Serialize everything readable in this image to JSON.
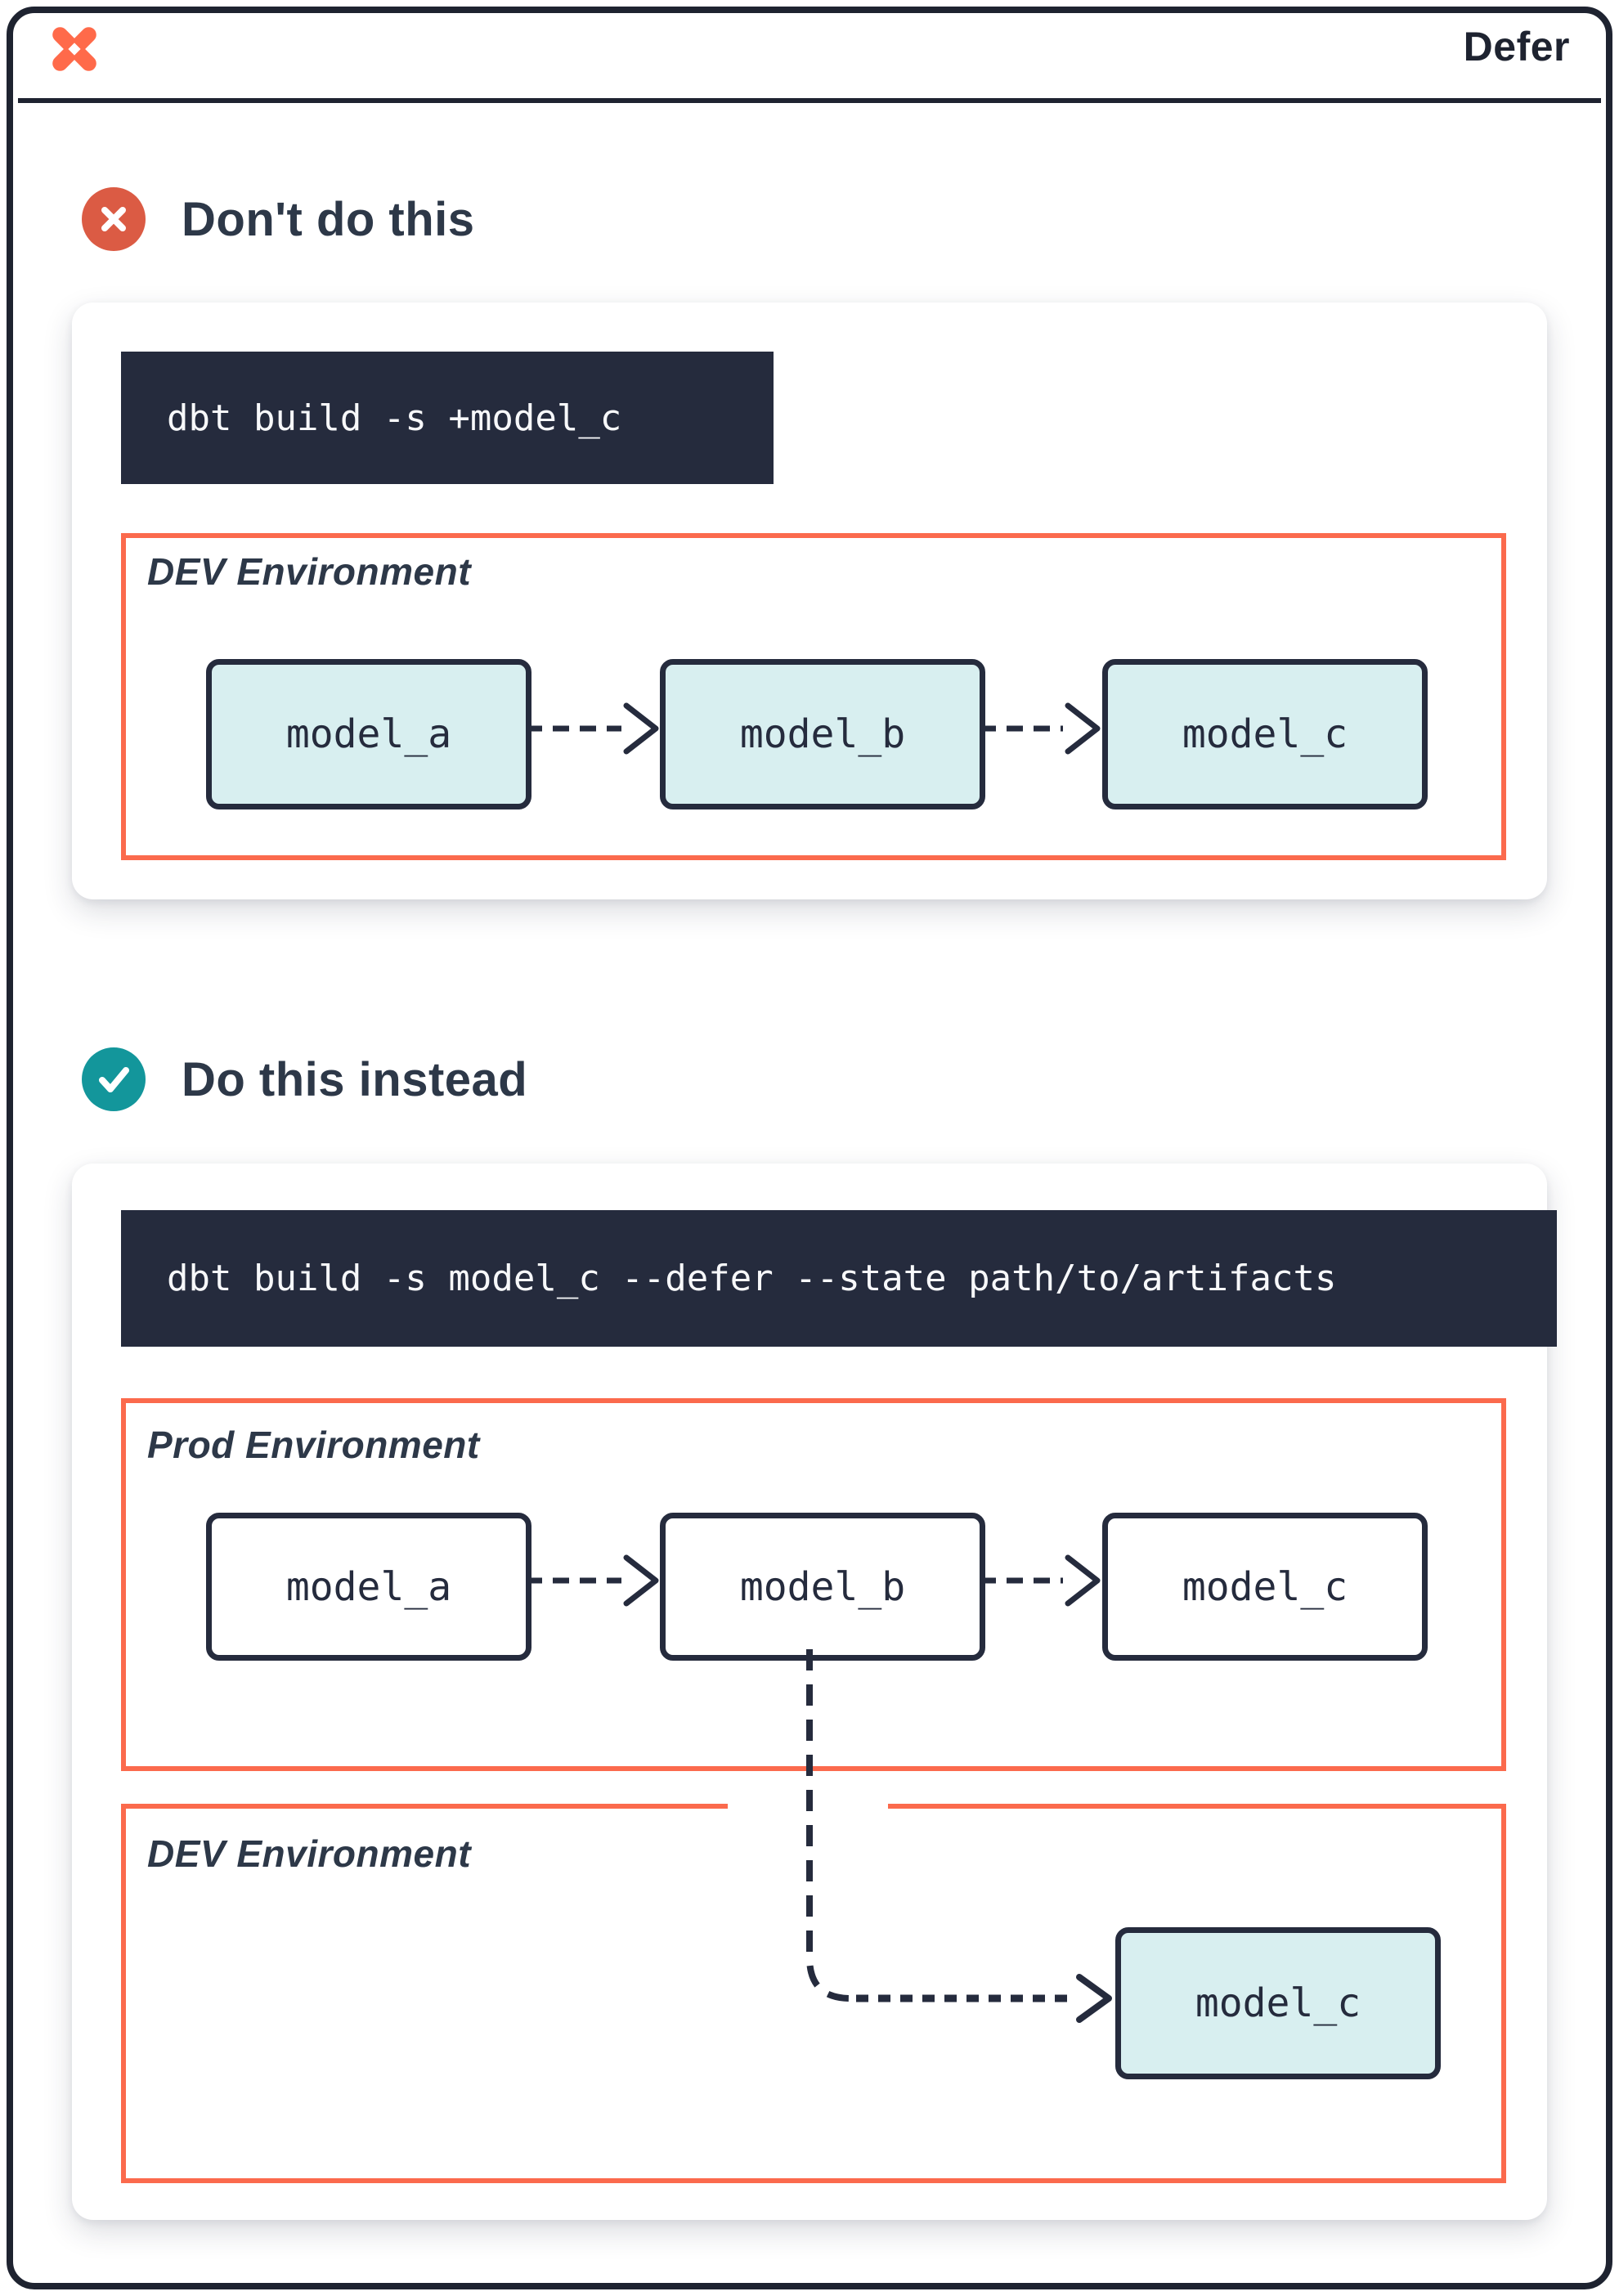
{
  "window": {
    "title": "Defer",
    "logo_icon": "dbt-logo-icon"
  },
  "colors": {
    "accent_orange": "#FB6A4D",
    "logo_orange": "#FF6A4A",
    "badge_red": "#DB5B44",
    "badge_teal": "#13969B",
    "dark_navy": "#252B3D",
    "frame_dark": "#1E2330",
    "model_teal_fill": "#D8EFF0",
    "card_bg": "#FFFFFF"
  },
  "sections": [
    {
      "heading": "Don't do this",
      "icon": "x-circle-icon",
      "command": "dbt build -s +model_c",
      "environments": [
        {
          "label": "DEV Environment",
          "models": [
            {
              "label": "model_a"
            },
            {
              "label": "model_b"
            },
            {
              "label": "model_c"
            }
          ]
        }
      ]
    },
    {
      "heading": "Do this instead",
      "icon": "check-circle-icon",
      "command": "dbt build -s model_c --defer --state path/to/artifacts",
      "environments": [
        {
          "label": "Prod Environment",
          "models": [
            {
              "label": "model_a"
            },
            {
              "label": "model_b"
            },
            {
              "label": "model_c"
            }
          ]
        },
        {
          "label": "DEV Environment",
          "models": [
            {
              "label": "model_c"
            }
          ]
        }
      ]
    }
  ]
}
